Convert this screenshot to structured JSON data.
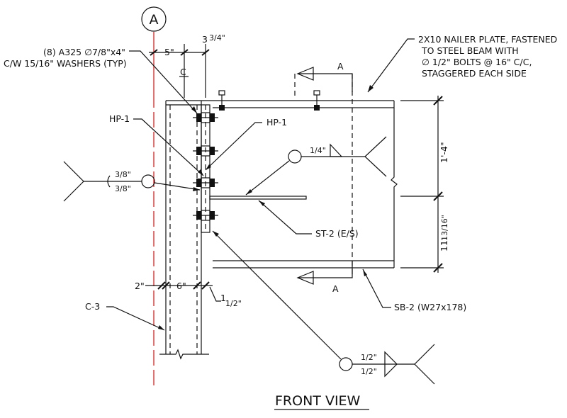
{
  "grid": {
    "bubble_label": "A"
  },
  "section_marks": {
    "top_label": "A",
    "bottom_label": "A"
  },
  "labels": {
    "bolts_line1": "(8) A325 ∅7/8\"x4\"",
    "bolts_line2": "C/W 15/16\" WASHERS (TYP)",
    "hp1_left": "HP-1",
    "hp1_right": "HP-1",
    "nailer_line1": "2X10 NAILER PLATE, FASTENED",
    "nailer_line2": "TO STEEL BEAM WITH",
    "nailer_line3": "∅ 1/2\" BOLTS @ 16\" C/C,",
    "nailer_line4": "STAGGERED EACH SIDE",
    "st2": "ST-2 (E/S)",
    "sb2": "SB-2 (W27x178)",
    "c3": "C-3",
    "centerline": "C",
    "title": "FRONT VIEW"
  },
  "dimensions": {
    "top_5": "5\"",
    "top_3": "3",
    "top_frac": "3/4\"",
    "bot_2": "2\"",
    "bot_6": "6\"",
    "bot_1": "1",
    "bot_frac": "1/2\"",
    "right_upper": "1'-4\"",
    "right_lower_whole": "11",
    "right_lower_frac": "13/16\""
  },
  "welds": {
    "left_top": "3/8\"",
    "left_bottom": "3/8\"",
    "top": "1/4\"",
    "bottom_top": "1/2\"",
    "bottom_bottom": "1/2\""
  }
}
